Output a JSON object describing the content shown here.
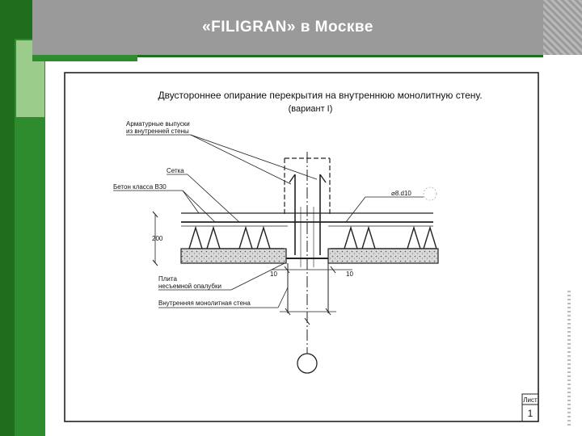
{
  "header": {
    "title": "«FILIGRAN» в Москве"
  },
  "drawing": {
    "title_line1": "Двустороннее опирание перекрытия на внутреннюю монолитную стену.",
    "title_line2": "(вариант I)",
    "labels": {
      "rebar_outlets_1": "Арматурные выпуски",
      "rebar_outlets_2": "из внутренней стены",
      "mesh": "Сетка",
      "concrete": "Бетон класса В30",
      "rebar_spec": "⌀8.d10",
      "thickness": "200",
      "dim_left": "10",
      "dim_right": "10",
      "formwork_1": "Плита",
      "formwork_2": "несъемной опалубки",
      "inner_wall": "Внутренняя монолитная стена"
    },
    "stamp": {
      "sheet_label": "Лист",
      "sheet_number": "1"
    }
  }
}
